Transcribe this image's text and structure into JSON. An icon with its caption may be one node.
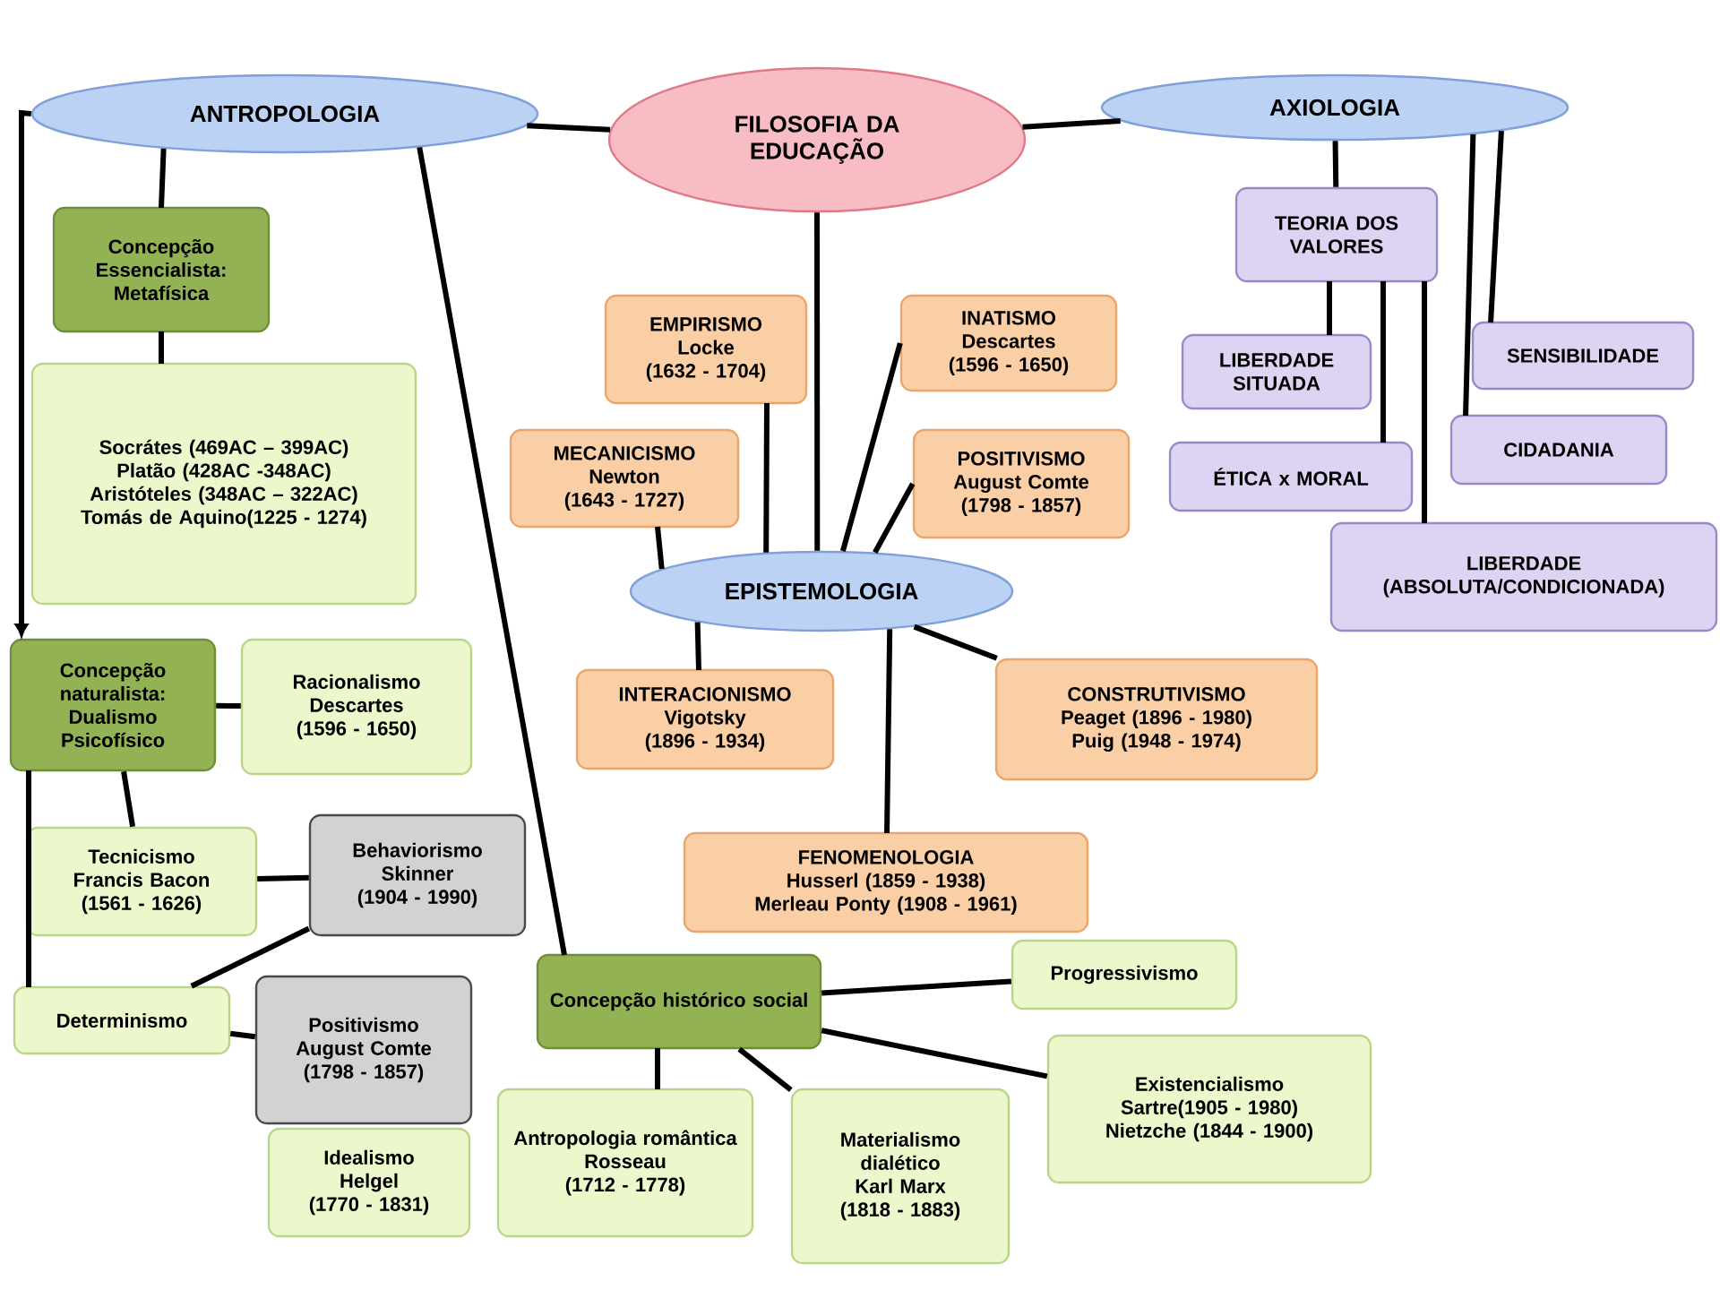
{
  "diagram": {
    "nodes": [
      {
        "text": [
          "FILOSOFIA DA EDUCAÇÃO"
        ]
      },
      {
        "text": [
          "ANTROPOLOGIA"
        ]
      },
      {
        "text": [
          "AXIOLOGIA"
        ]
      },
      {
        "text": [
          "Concepção Essencialista: Metafísica"
        ]
      },
      {
        "text": [
          "Socrátes (469AC – 399AC)",
          "Platão (428AC -348AC)",
          "Aristóteles (348AC – 322AC)",
          "Tomás de Aquino(1225 - 1274)"
        ]
      },
      {
        "text": [
          "Concepção naturalista: Dualismo Psicofísico"
        ]
      },
      {
        "text": [
          "Racionalismo",
          "Descartes",
          "(1596 - 1650)"
        ]
      },
      {
        "text": [
          "Tecnicismo",
          "Francis Bacon",
          "(1561 - 1626)"
        ]
      },
      {
        "text": [
          "Behaviorismo",
          "Skinner",
          "(1904 - 1990)"
        ]
      },
      {
        "text": [
          "Determinismo"
        ]
      },
      {
        "text": [
          "Positivismo",
          "August Comte",
          "(1798 - 1857)"
        ]
      },
      {
        "text": [
          "Idealismo",
          "Helgel",
          "(1770 - 1831)"
        ]
      },
      {
        "text": [
          "EMPIRISMO",
          "Locke",
          "(1632 - 1704)"
        ]
      },
      {
        "text": [
          "INATISMO",
          "Descartes",
          "(1596 - 1650)"
        ]
      },
      {
        "text": [
          "MECANICISMO",
          "Newton",
          "(1643 - 1727)"
        ]
      },
      {
        "text": [
          "POSITIVISMO",
          "August Comte",
          "(1798 - 1857)"
        ]
      },
      {
        "text": [
          "EPISTEMOLOGIA"
        ]
      },
      {
        "text": [
          "INTERACIONISMO",
          "Vigotsky",
          "(1896 - 1934)"
        ]
      },
      {
        "text": [
          "CONSTRUTIVISMO",
          "Peaget (1896 - 1980)",
          "Puig (1948 - 1974)"
        ]
      },
      {
        "text": [
          "FENOMENOLOGIA",
          "Husserl (1859 - 1938)",
          "Merleau Ponty (1908 - 1961)"
        ]
      },
      {
        "text": [
          "TEORIA DOS VALORES"
        ]
      },
      {
        "text": [
          "LIBERDADE SITUADA"
        ]
      },
      {
        "text": [
          "SENSIBILIDADE"
        ]
      },
      {
        "text": [
          "ÉTICA x MORAL"
        ]
      },
      {
        "text": [
          "CIDADANIA"
        ]
      },
      {
        "text": [
          "LIBERDADE",
          "(ABSOLUTA/CONDICIONADA)"
        ]
      },
      {
        "text": [
          "Concepção histórico social"
        ]
      },
      {
        "text": [
          "Progressivismo"
        ]
      },
      {
        "text": [
          "Existencialismo",
          "Sartre(1905 - 1980)",
          "Nietzche (1844 - 1900)"
        ]
      },
      {
        "text": [
          "Antropologia romântica",
          "Rosseau",
          "(1712 - 1778)"
        ]
      },
      {
        "text": [
          "Materialismo dialético",
          "Karl Marx",
          "(1818 - 1883)"
        ]
      }
    ],
    "edges": [
      {
        "from": 0,
        "to": 1,
        "arrow": "none"
      },
      {
        "from": 0,
        "to": 2,
        "arrow": "none"
      },
      {
        "from": 0,
        "to": 16,
        "arrow": "none"
      },
      {
        "from": 1,
        "to": 3,
        "arrow": "none"
      },
      {
        "from": 3,
        "to": 4,
        "arrow": "none"
      },
      {
        "from": 1,
        "to": 5,
        "arrow": "to"
      },
      {
        "from": 5,
        "to": 6,
        "arrow": "none"
      },
      {
        "from": 5,
        "to": 7,
        "arrow": "none"
      },
      {
        "from": 5,
        "to": 9,
        "arrow": "none"
      },
      {
        "from": 7,
        "to": 8,
        "arrow": "none"
      },
      {
        "from": 9,
        "to": 8,
        "arrow": "none"
      },
      {
        "from": 9,
        "to": 10,
        "arrow": "none"
      },
      {
        "from": 16,
        "to": 12,
        "arrow": "none"
      },
      {
        "from": 16,
        "to": 13,
        "arrow": "none"
      },
      {
        "from": 16,
        "to": 14,
        "arrow": "none"
      },
      {
        "from": 16,
        "to": 15,
        "arrow": "none"
      },
      {
        "from": 16,
        "to": 17,
        "arrow": "none"
      },
      {
        "from": 16,
        "to": 18,
        "arrow": "none"
      },
      {
        "from": 16,
        "to": 19,
        "arrow": "none"
      },
      {
        "from": 2,
        "to": 20,
        "arrow": "none"
      },
      {
        "from": 2,
        "to": 22,
        "arrow": "none"
      },
      {
        "from": 2,
        "to": 24,
        "arrow": "none"
      },
      {
        "from": 20,
        "to": 21,
        "arrow": "none"
      },
      {
        "from": 20,
        "to": 23,
        "arrow": "none"
      },
      {
        "from": 20,
        "to": 25,
        "arrow": "none"
      },
      {
        "from": 1,
        "to": 26,
        "arrow": "none"
      },
      {
        "from": 26,
        "to": 27,
        "arrow": "none"
      },
      {
        "from": 26,
        "to": 28,
        "arrow": "none"
      },
      {
        "from": 26,
        "to": 29,
        "arrow": "none"
      },
      {
        "from": 26,
        "to": 30,
        "arrow": "none"
      }
    ]
  }
}
